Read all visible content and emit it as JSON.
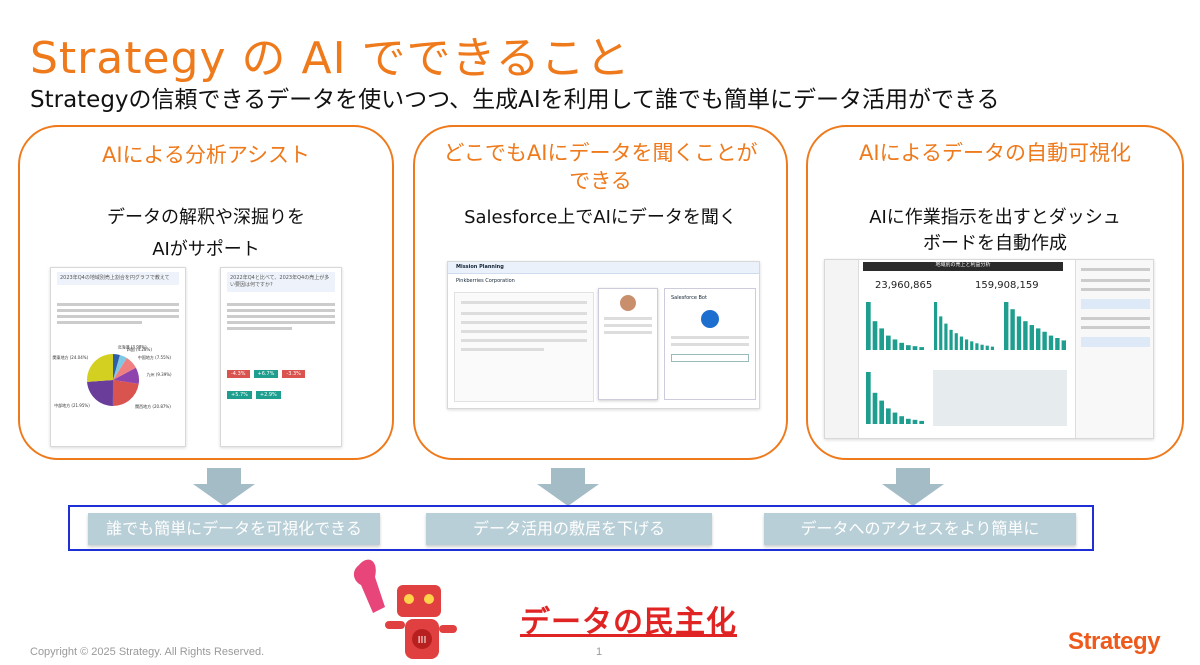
{
  "slide": {
    "title": "Strategy の AI でできること",
    "subtitle": "Strategyの信頼できるデータを使いつつ、生成AIを利用して誰でも簡単にデータ活用ができる"
  },
  "panels": [
    {
      "title": "AIによる分析アシスト",
      "desc_line1": "データの解釈や深掘りを",
      "desc_line2": "AIがサポート",
      "card1_header": "2023年Q4の地域別売上割合を円グラフで教えて",
      "card2_header": "2022年Q4と比べて、2023年Q4の売上が多い要因は何ですか?",
      "pie_labels": [
        "北海道 (3.98%)",
        "四国 (4.28%)",
        "中国地方 (7.55%)",
        "九州 (9.39%)",
        "関西地方 (20.87%)",
        "中部地方 (21.95%)",
        "関東地方 (24.04%)"
      ],
      "pie_values": [
        3.98,
        4.28,
        7.55,
        9.39,
        20.87,
        21.95,
        24.04
      ],
      "pie_colors": [
        "#2f5fa6",
        "#7ec8e3",
        "#f08080",
        "#8e44ad",
        "#d9534f",
        "#6a3d9a",
        "#d4d021"
      ],
      "tags": [
        "-4.3%",
        "+6.7%",
        "-3.3%",
        "+5.7%",
        "+2.9%"
      ]
    },
    {
      "title": "どこでもAIにデータを聞くことができる",
      "desc_line1": "Salesforce上でAIにデータを聞く",
      "app_name": "Mission Planning",
      "company": "Pinkberries Corporation",
      "bot_name": "Salesforce Bot"
    },
    {
      "title": "AIによるデータの自動可視化",
      "desc_line1": "AIに作業指示を出すとダッシュ",
      "desc_line2": "ボードを自動作成",
      "dash_header": "地域別の売上と利益分析",
      "kpi1": "23,960,865",
      "kpi2": "159,908,159",
      "bars1": [
        100,
        60,
        45,
        30,
        22,
        15,
        10,
        8,
        6
      ],
      "bars2": [
        100,
        70,
        55,
        42,
        35,
        28,
        22,
        18,
        14,
        11,
        9,
        7
      ],
      "bars3": [
        100,
        85,
        70,
        60,
        52,
        45,
        38,
        30,
        25,
        20
      ],
      "bar_color": "#1e9e8e"
    }
  ],
  "benefits": [
    "誰でも簡単にデータを可視化できる",
    "データ活用の敷居を下げる",
    "データへのアクセスをより簡単に"
  ],
  "bottom": {
    "democratization": "データの民主化",
    "copyright": "Copyright © 2025 Strategy. All Rights Reserved.",
    "page": "1",
    "logo": "Strategy"
  },
  "colors": {
    "accent": "#ee7a1c",
    "highlight": "#e02424",
    "benefit_bg": "#b8cfd7",
    "box_border": "#1f2fd6"
  }
}
